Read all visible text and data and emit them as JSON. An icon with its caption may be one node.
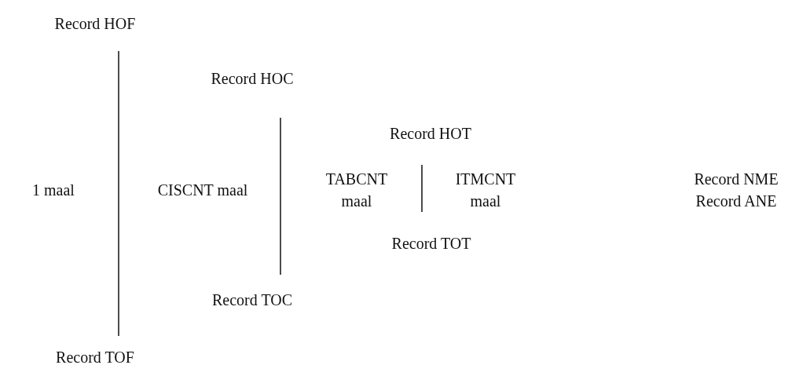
{
  "diagram": {
    "labels": [
      "Record HOF",
      "Record HOC",
      "Record HOT",
      "1 maal",
      "CISCNT maal",
      "TABCNT maal",
      "ITMCNT maal",
      "Record NME",
      "Record ANE",
      "Record TOT",
      "Record TOC",
      "Record TOF"
    ]
  }
}
